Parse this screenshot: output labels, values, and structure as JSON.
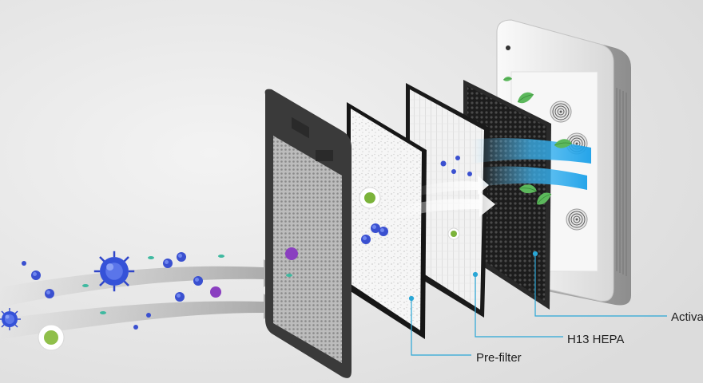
{
  "labels": {
    "prefilter": "Pre-filter",
    "hepa": "H13 HEPA",
    "activated": "Activa"
  },
  "colors": {
    "background": "#e9e9e9",
    "leader_line": "#2aa7d6",
    "virus_blue": "#2f45c8",
    "virus_purple": "#8a3fc0",
    "leaf_green": "#4caf50",
    "frame_dark": "#3a3a3a",
    "housing": "#f4f4f4"
  },
  "icons": {
    "virus": "virus-icon",
    "bacteria": "bacteria-icon",
    "leaf": "leaf-icon",
    "fan": "fan-icon",
    "airflow": "airflow-arrow-icon"
  }
}
